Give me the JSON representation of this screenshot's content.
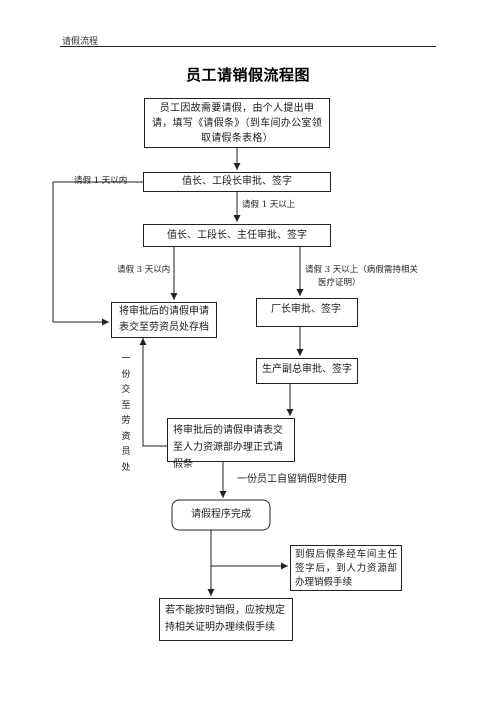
{
  "header": {
    "text": "请假流程"
  },
  "title": "员工请销假流程图",
  "nodes": {
    "apply": "员工因故需要请假，由个人提出申请，填写《请假条》（到车间办公室领取请假条表格）",
    "shift_approve": "值长、工段长审批、签字",
    "director_approve": "值长、工段长、主任审批、签字",
    "archive": "将审批后的请假申请表交至劳资员处存档",
    "factory_director": "厂长审批、签字",
    "deputy_gm": "生产副总审批、签字",
    "hr_submit": "将审批后的请假申请表交至人力资源部办理正式请假条",
    "complete": "请假程序完成",
    "return_cancel": "到假后假条经车间主任签字后，到人力资源部办理销假手续",
    "extend": "若不能按时销假，应按规定持相关证明办理续假手续"
  },
  "labels": {
    "within_1_day": "请假 1 天以内",
    "over_1_day": "请假 1 天以上",
    "within_3_days": "请假 3 天以内",
    "over_3_days_line1": "请假 3 天以上（病假需持相关",
    "over_3_days_line2": "医疗证明）",
    "one_copy_to_labor": "一份交至劳资员处",
    "one_copy_employee": "一份员工自留销假时使用"
  }
}
